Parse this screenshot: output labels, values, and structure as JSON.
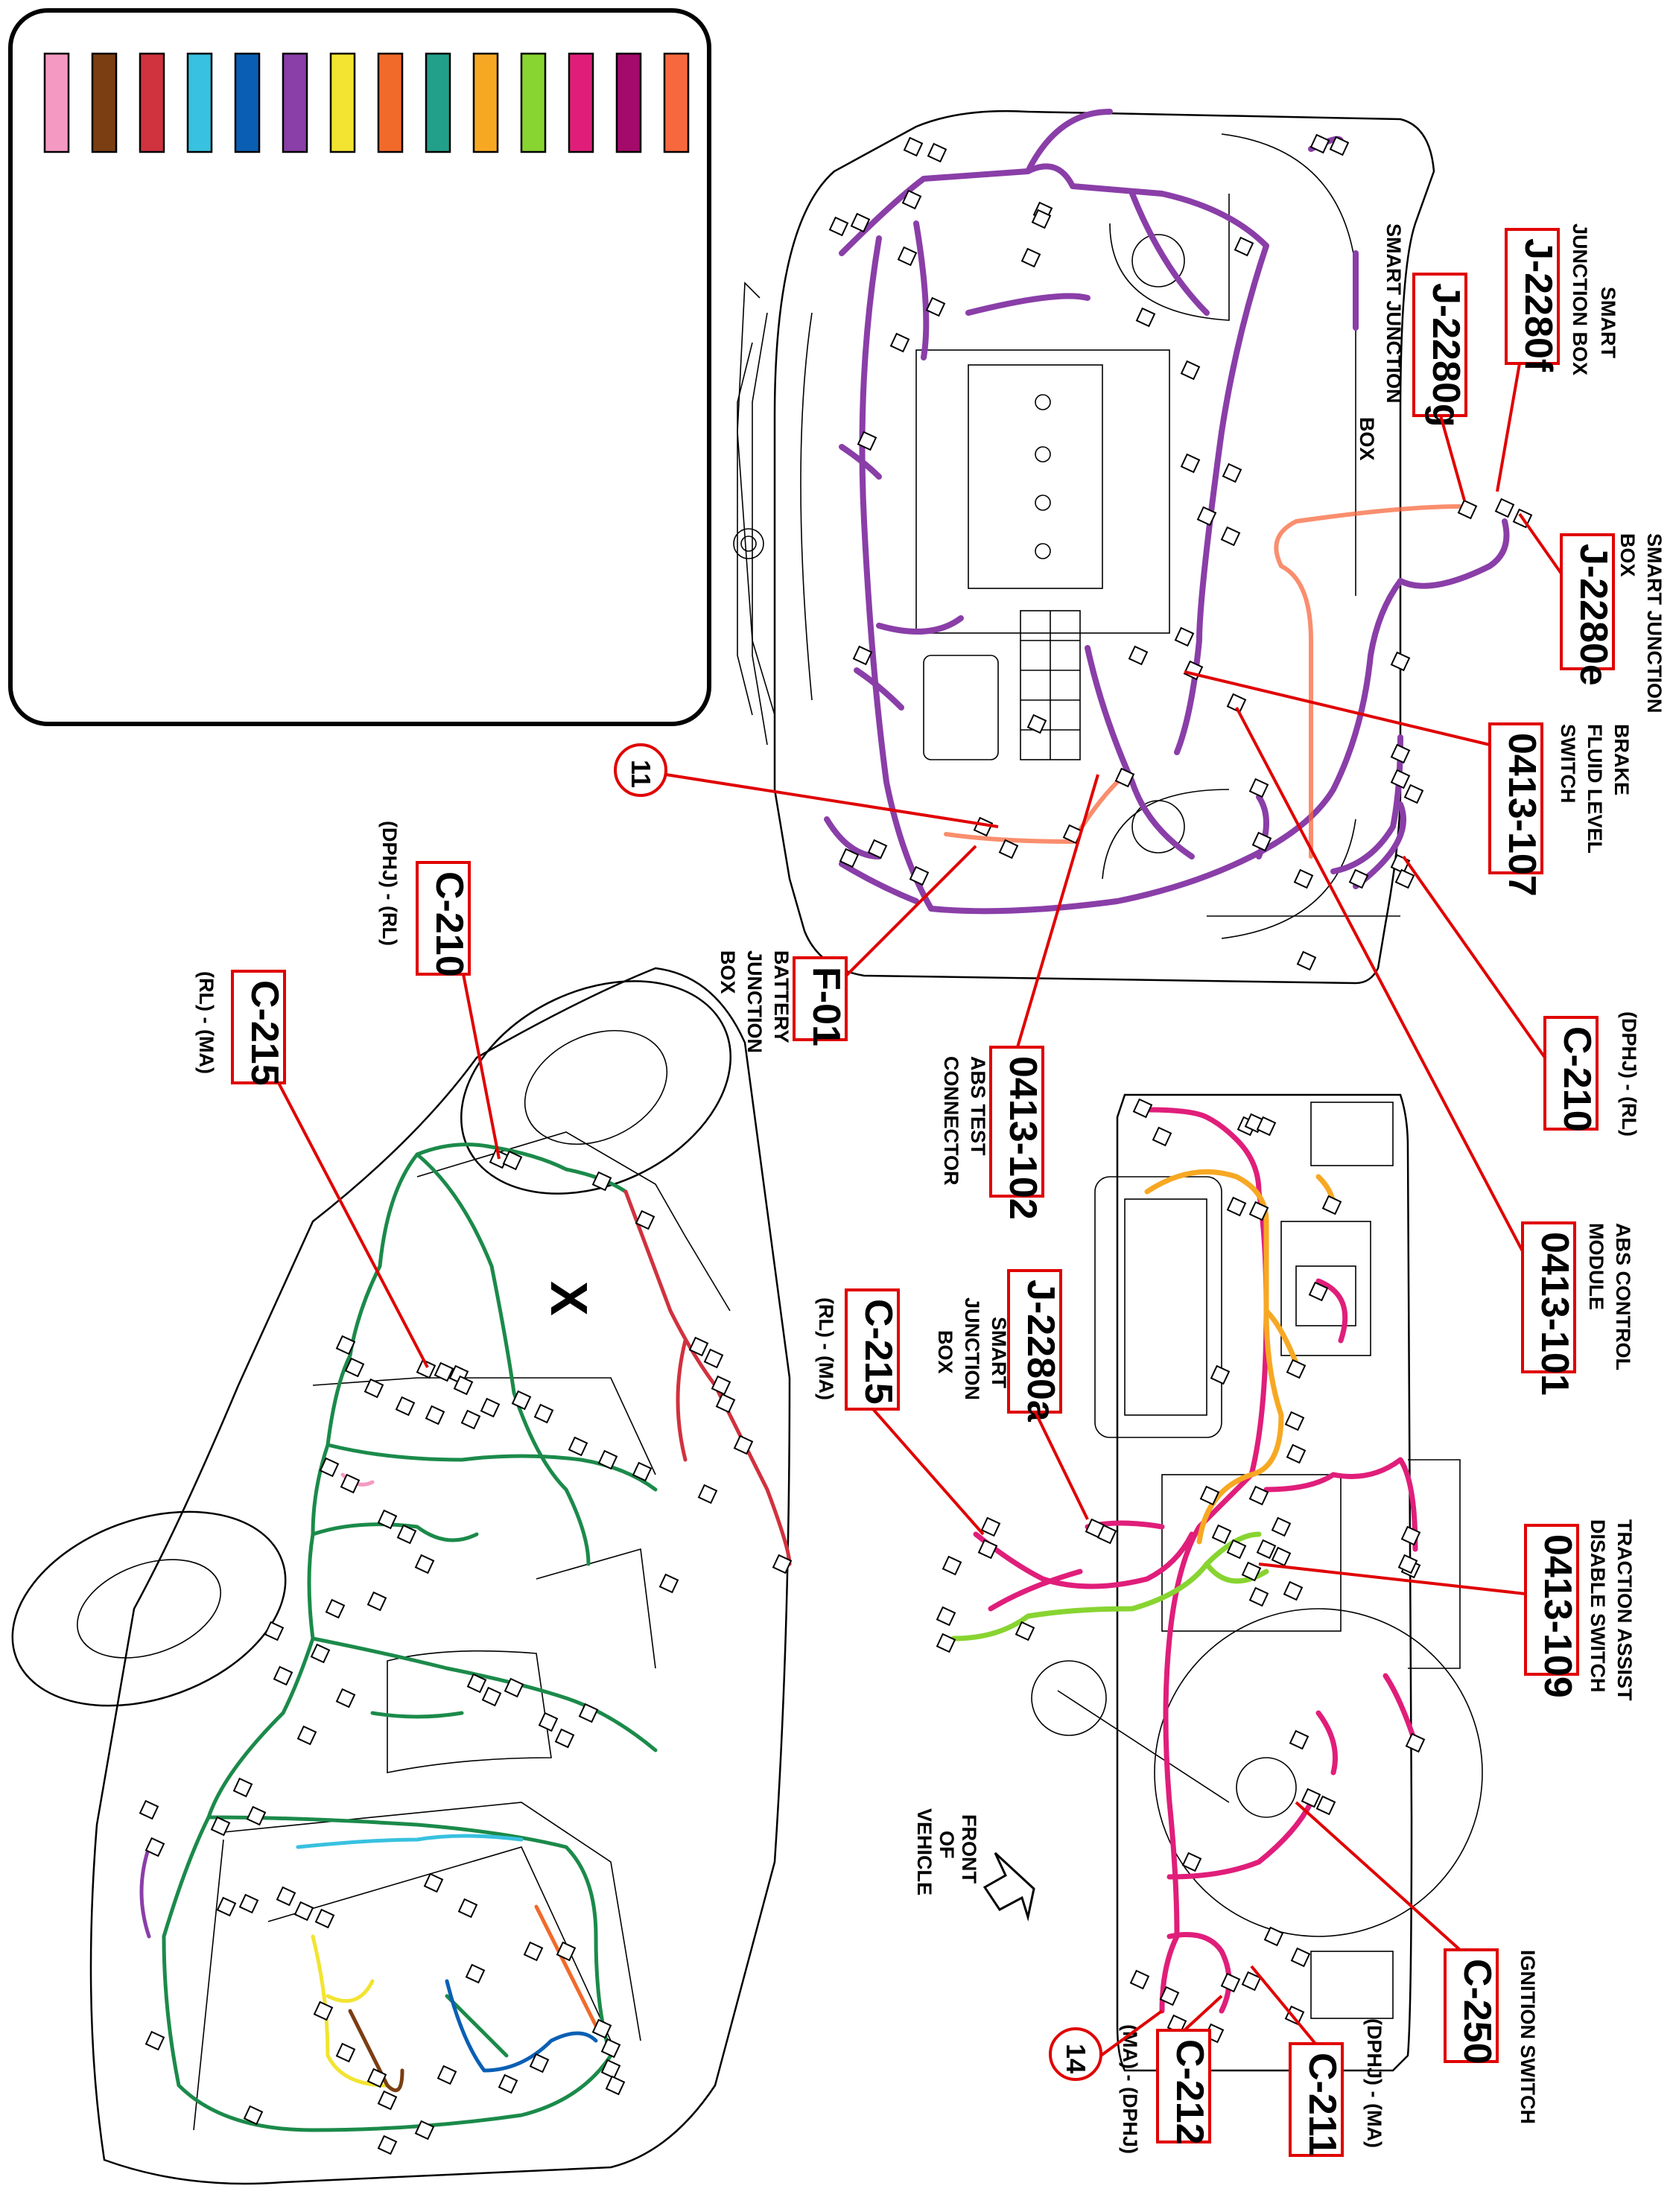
{
  "legend": {
    "swatches": [
      {
        "color": "#f49ac2"
      },
      {
        "color": "#7a3e12"
      },
      {
        "color": "#d0323e"
      },
      {
        "color": "#38c1e0"
      },
      {
        "color": "#0a5fb4"
      },
      {
        "color": "#8a3ea8"
      },
      {
        "color": "#f2e431"
      },
      {
        "color": "#f26a2a"
      },
      {
        "color": "#22a08a"
      },
      {
        "color": "#f7a823"
      },
      {
        "color": "#88d431"
      },
      {
        "color": "#e01e7a"
      },
      {
        "color": "#a30a6a"
      },
      {
        "color": "#f7683e"
      }
    ]
  },
  "engine_labels": {
    "j2280f": {
      "code": "J-2280f",
      "desc_1": "SMART",
      "desc_2": "JUNCTION BOX"
    },
    "j2280g": {
      "code": "J-2280g",
      "desc_1": "SMART JUNCTION",
      "desc_2": "BOX"
    },
    "j2280e": {
      "code": "J-2280e",
      "desc_1": "SMART JUNCTION",
      "desc_2": "BOX"
    },
    "c0413_107": {
      "code": "0413-107",
      "desc_1": "BRAKE",
      "desc_2": "FLUID LEVEL",
      "desc_3": "SWITCH"
    },
    "c210_right": {
      "code": "C-210",
      "desc_1": "(DPHJ) - (RL)"
    },
    "c0413_101": {
      "code": "0413-101",
      "desc_1": "ABS CONTROL",
      "desc_2": "MODULE"
    },
    "c0413_102": {
      "code": "0413-102",
      "desc_1": "ABS TEST",
      "desc_2": "CONNECTOR"
    },
    "f01": {
      "code": "F-01",
      "desc_1": "BATTERY",
      "desc_2": "JUNCTION",
      "desc_3": "BOX"
    },
    "callout_11": "11"
  },
  "dash_labels": {
    "j2280a": {
      "code": "J-2280a",
      "desc_1": "SMART",
      "desc_2": "JUNCTION",
      "desc_3": "BOX"
    },
    "c215_dash": {
      "code": "C-215",
      "desc_1": "(RL) - (MA)"
    },
    "c0413_109": {
      "code": "0413-109",
      "desc_1": "TRACTION ASSIST",
      "desc_2": "DISABLE SWITCH"
    },
    "c250": {
      "code": "C-250",
      "desc_1": "IGNITION SWITCH"
    },
    "c211": {
      "code": "C-211",
      "desc_1": "(DPHJ) - (MA)"
    },
    "c212": {
      "code": "C-212",
      "desc_1": "(MA) - (DPHJ)"
    },
    "front": {
      "l1": "FRONT",
      "l2": "OF",
      "l3": "VEHICLE"
    },
    "callout_14": "14"
  },
  "vehicle_labels": {
    "c210_left": {
      "code": "C-210",
      "desc_1": "(DPHJ) - (RL)"
    },
    "c215_left": {
      "code": "C-215",
      "desc_1": "(RL) - (MA)"
    },
    "x_mark": "X"
  }
}
